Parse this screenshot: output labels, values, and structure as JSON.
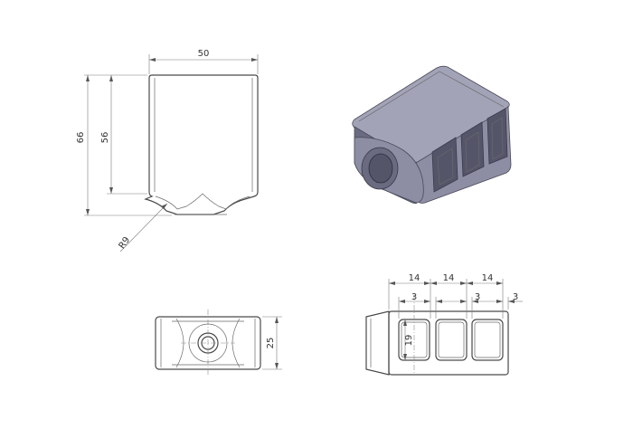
{
  "front_view": {
    "width": "50",
    "height_total": "66",
    "height_body": "56",
    "radius": "R9"
  },
  "top_view": {
    "depth": "25"
  },
  "side_view": {
    "pitch_1": "14",
    "pitch_2": "14",
    "pitch_3": "14",
    "wall_1": "3",
    "wall_2": "3",
    "wall_3": "3",
    "slot_height": "19"
  },
  "colors": {
    "model_top": "#a3a3b8",
    "model_side_light": "#8d8da4",
    "model_side_dark": "#6a6a80",
    "model_inner": "#55556a"
  }
}
